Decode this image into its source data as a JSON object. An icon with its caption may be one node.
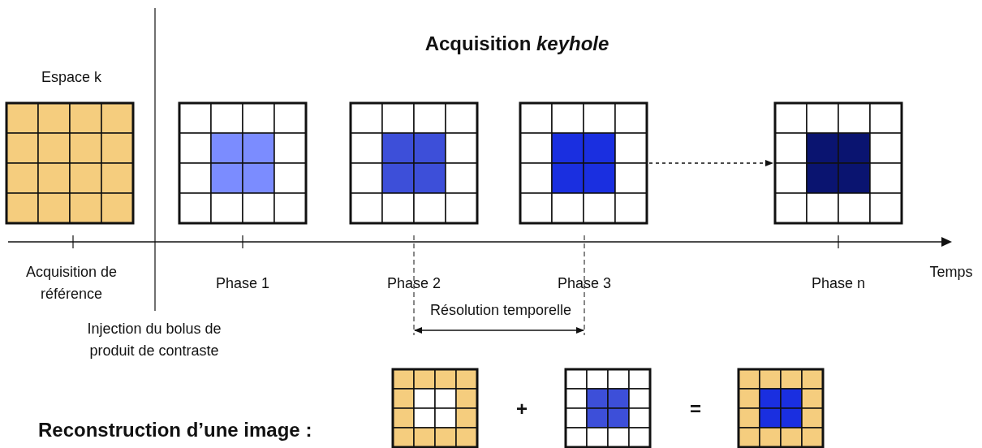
{
  "diagram": {
    "title": "Acquisition *keyhole*",
    "nodes": [
      {
        "text": [
          "Espace k"
        ]
      },
      {
        "text": [],
        "shape": "picture"
      },
      {
        "text": [],
        "shape": "picture"
      },
      {
        "text": [],
        "shape": "picture"
      },
      {
        "text": [],
        "shape": "picture"
      },
      {
        "text": [],
        "shape": "picture"
      },
      {
        "text": [],
        "shape": "picture"
      },
      {
        "text": [],
        "shape": "picture"
      }
    ],
    "edges": [
      {
        "from": 3,
        "to": 4,
        "arrow": "to",
        "style": "dashed"
      }
    ],
    "labels": [
      "Acquisition de référence",
      "Phase 1",
      "Phase 2",
      "Phase 3",
      "Phase n",
      "Temps",
      "Résolution temporelle",
      "Injection du bolus de produit de contraste",
      "Reconstruction d’une image :",
      "+",
      "="
    ]
  }
}
